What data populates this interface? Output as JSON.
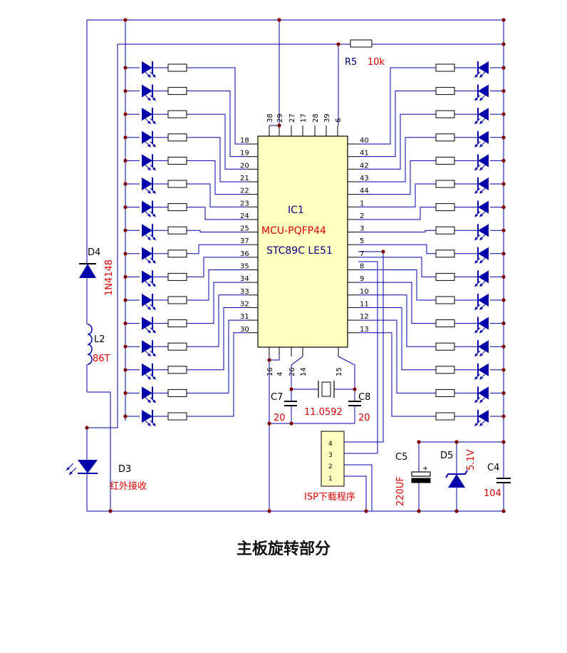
{
  "caption": "主板旋转部分",
  "colors": {
    "wire": "#0000aa",
    "label_blue": "#000080",
    "label_red": "#dd0000",
    "ic_fill": "#ffffc0",
    "isp_fill": "#ffffc0",
    "dot": "#800000",
    "text": "#000000"
  },
  "ic": {
    "designator": "IC1",
    "package": "MCU-PQFP44",
    "part": "STC89C LE51"
  },
  "ic_pins": {
    "top": [
      "38",
      "29",
      "27",
      "17",
      "28",
      "39",
      "6"
    ],
    "bottom": [
      "16",
      "4",
      "26",
      "14",
      "15"
    ],
    "left": [
      "18",
      "19",
      "20",
      "21",
      "22",
      "23",
      "24",
      "25",
      "37",
      "36",
      "35",
      "34",
      "33",
      "32",
      "31",
      "30"
    ],
    "right": [
      "40",
      "41",
      "42",
      "43",
      "44",
      "1",
      "2",
      "3",
      "5",
      "7",
      "8",
      "9",
      "10",
      "11",
      "12",
      "13"
    ]
  },
  "r5": {
    "designator": "R5",
    "value": "10k"
  },
  "d4": {
    "designator": "D4",
    "part": "1N4148"
  },
  "l2": {
    "designator": "L2",
    "value": "86T"
  },
  "d3": {
    "designator": "D3",
    "desc": "红外接收"
  },
  "crystal": {
    "value": "11.0592"
  },
  "c7": {
    "designator": "C7",
    "value": "20"
  },
  "c8": {
    "designator": "C8",
    "value": "20"
  },
  "isp": {
    "label": "ISP下载程序",
    "pins": [
      "4",
      "3",
      "2",
      "1"
    ]
  },
  "c5": {
    "designator": "C5",
    "value": "220UF"
  },
  "d5": {
    "designator": "D5",
    "value": "5.1V"
  },
  "c4": {
    "designator": "C4",
    "value": "104"
  }
}
